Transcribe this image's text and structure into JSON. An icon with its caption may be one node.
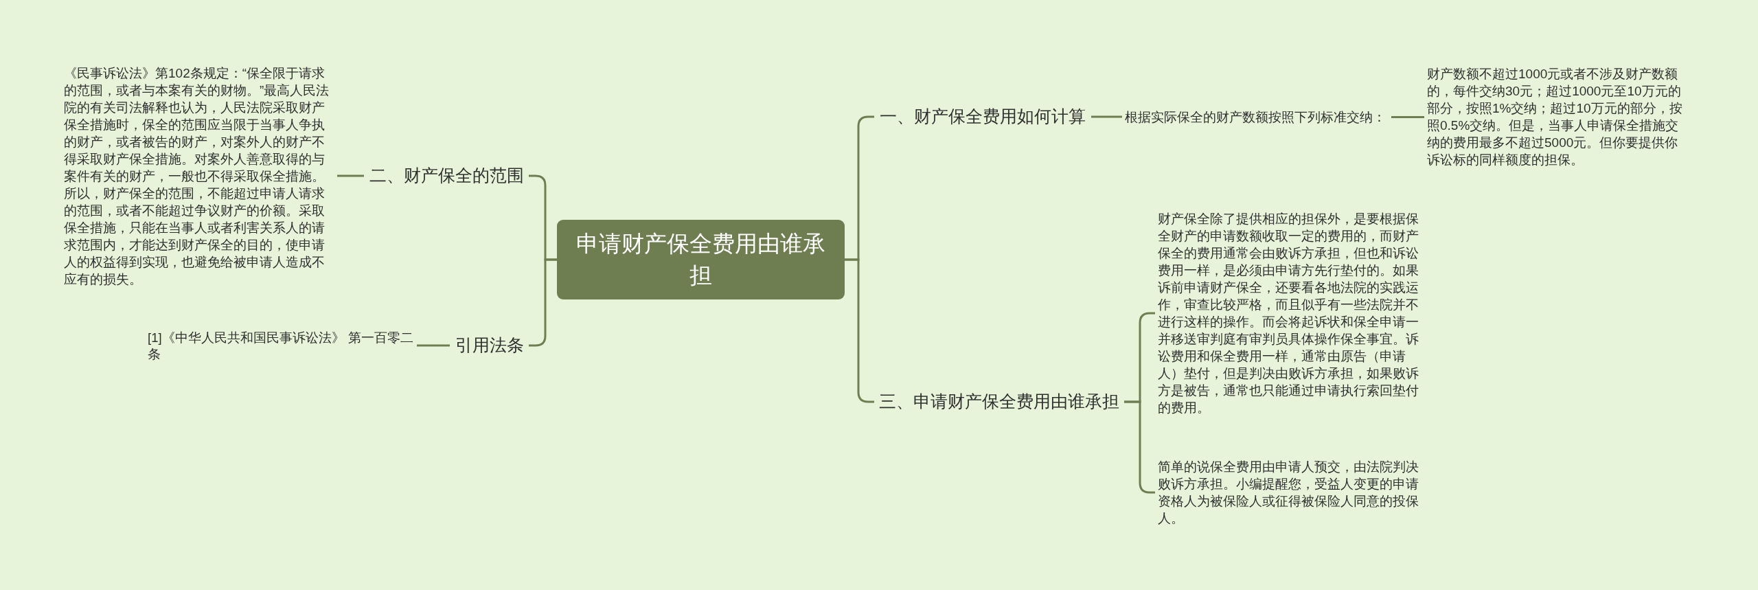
{
  "diagram": {
    "nodes": [
      {
        "text": [
          "申请财产保全费用由谁承担"
        ]
      },
      {
        "text": [
          "一、财产保全费用如何计算"
        ]
      },
      {
        "text": [
          "根据实际保全的财产数额按照下列标准交纳："
        ]
      },
      {
        "text": [
          "财产数额不超过1000元或者不涉及财产数额的，每件交纳30元；超过1000元至10万元的部分，按照1%交纳；超过10万元的部分，按照0.5%交纳。但是，当事人申请保全措施交纳的费用最多不超过5000元。但你要提供你诉讼标的同样额度的担保。"
        ]
      },
      {
        "text": [
          "二、财产保全的范围"
        ]
      },
      {
        "text": [
          "《民事诉讼法》第102条规定：“保全限于请求的范围，或者与本案有关的财物。”最高人民法院的有关司法解释也认为，人民法院采取财产保全措施时，保全的范围应当限于当事人争执的财产，或者被告的财产，对案外人的财产不得采取财产保全措施。对案外人善意取得的与案件有关的财产，一般也不得采取保全措施。所以，财产保全的范围，不能超过申请人请求的范围，或者不能超过争议财产的价额。采取保全措施，只能在当事人或者利害关系人的请求范围内，才能达到财产保全的目的，使申请人的权益得到实现，也避免给被申请人造成不应有的损失。"
        ]
      },
      {
        "text": [
          "三、申请财产保全费用由谁承担"
        ]
      },
      {
        "text": [
          "财产保全除了提供相应的担保外，是要根据保全财产的申请数额收取一定的费用的，而财产保全的费用通常会由败诉方承担，但也和诉讼费用一样，是必须由申请方先行垫付的。如果诉前申请财产保全，还要看各地法院的实践运作，审查比较严格，而且似乎有一些法院并不进行这样的操作。而会将起诉状和保全申请一并移送审判庭有审判员具体操作保全事宜。诉讼费用和保全费用一样，通常由原告（申请人）垫付，但是判决由败诉方承担，如果败诉方是被告，通常也只能通过申请执行索回垫付的费用。"
        ]
      },
      {
        "text": [
          "简单的说保全费用由申请人预交，由法院判决败诉方承担。小编提醒您，受益人变更的申请资格人为被保险人或征得被保险人同意的投保人。"
        ]
      },
      {
        "text": [
          "引用法条"
        ]
      },
      {
        "text": [
          "[1]《中华人民共和国民事诉讼法》 第一百零二条"
        ]
      }
    ],
    "edges": [
      {
        "from": 0,
        "to": 1,
        "arrow": "none"
      },
      {
        "from": 1,
        "to": 2,
        "arrow": "none"
      },
      {
        "from": 2,
        "to": 3,
        "arrow": "none"
      },
      {
        "from": 0,
        "to": 4,
        "arrow": "none"
      },
      {
        "from": 4,
        "to": 5,
        "arrow": "none"
      },
      {
        "from": 0,
        "to": 6,
        "arrow": "none"
      },
      {
        "from": 6,
        "to": 7,
        "arrow": "none"
      },
      {
        "from": 6,
        "to": 8,
        "arrow": "none"
      },
      {
        "from": 0,
        "to": 9,
        "arrow": "none"
      },
      {
        "from": 9,
        "to": 10,
        "arrow": "none"
      }
    ]
  }
}
